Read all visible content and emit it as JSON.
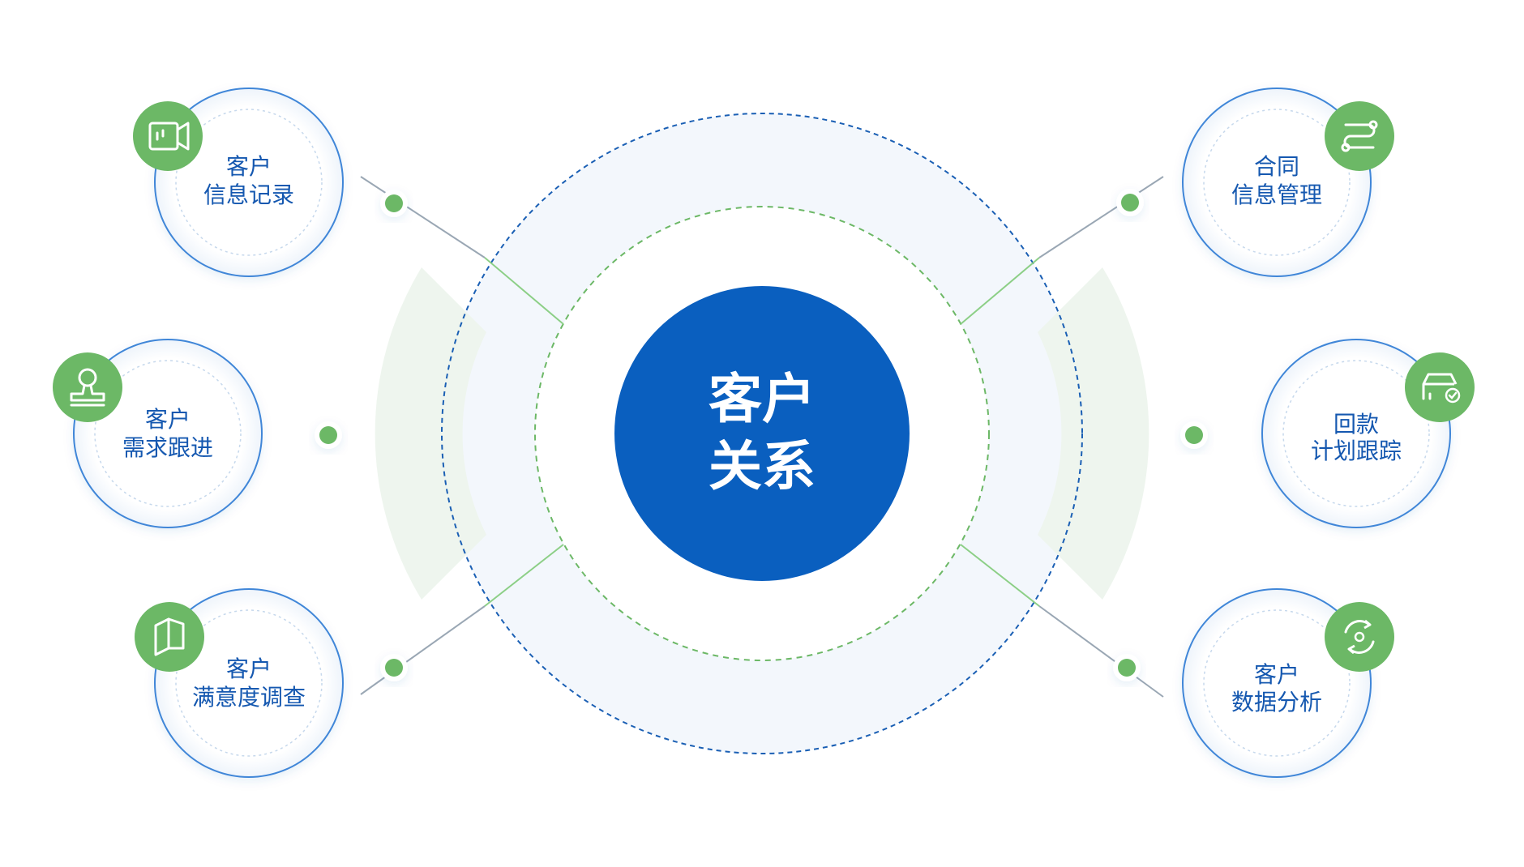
{
  "center": {
    "line1": "客户",
    "line2": "关系"
  },
  "nodes": [
    {
      "id": "customer-info",
      "line1": "客户",
      "line2": "信息记录",
      "icon": "video-camera-icon"
    },
    {
      "id": "customer-needs",
      "line1": "客户",
      "line2": "需求跟进",
      "icon": "stamp-icon"
    },
    {
      "id": "customer-satisfaction",
      "line1": "客户",
      "line2": "满意度调查",
      "icon": "book-icon"
    },
    {
      "id": "contract-info",
      "line1": "合同",
      "line2": "信息管理",
      "icon": "route-icon"
    },
    {
      "id": "payment-plan",
      "line1": "回款",
      "line2": "计划跟踪",
      "icon": "car-check-icon"
    },
    {
      "id": "customer-data",
      "line1": "客户",
      "line2": "数据分析",
      "icon": "refresh-cycle-icon"
    }
  ],
  "colors": {
    "primary_blue": "#0a5fbf",
    "label_blue": "#1558b0",
    "accent_green": "#6cb866",
    "ring_fill": "#f3f7fc",
    "ring_segment": "#eef5ee",
    "node_border": "#3f86d8",
    "connector": "#9aa7b4"
  }
}
